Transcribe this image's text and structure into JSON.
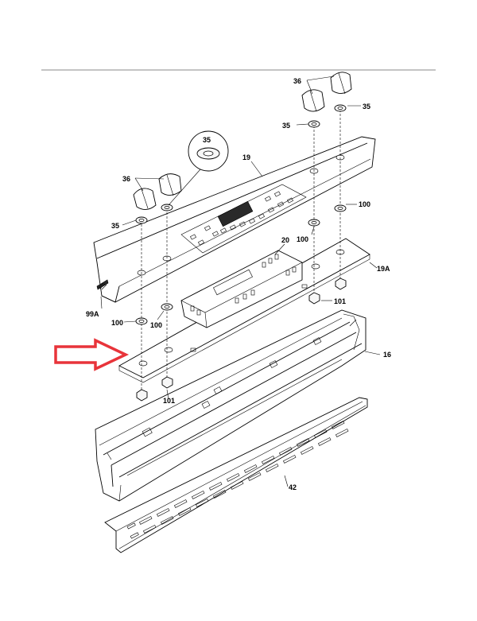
{
  "diagram": {
    "labels": {
      "l36a": "36",
      "l35a": "35",
      "l35b": "35",
      "l35c": "35",
      "l36b": "36",
      "l35d": "35",
      "l19": "19",
      "l100a": "100",
      "l20": "20",
      "l100b": "100",
      "l19a": "19A",
      "l99a": "99A",
      "l101a": "101",
      "l100c": "100",
      "l100d": "100",
      "l16": "16",
      "l101b": "101",
      "l42": "42"
    },
    "colors": {
      "arrow": "#e8343a",
      "rule": "#888888"
    }
  }
}
